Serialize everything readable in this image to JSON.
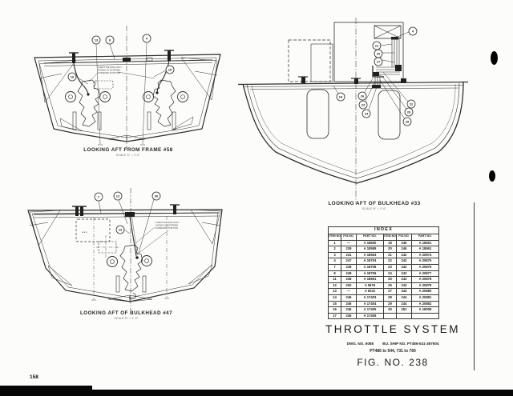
{
  "page": {
    "number": "158"
  },
  "drawings": {
    "frame58": {
      "caption": "LOOKING AFT FROM FRAME #58",
      "scale_note": "SCALE ⅜″ = 1′-0″",
      "note_lines": [
        "THROTTLE ROD ASS'Y",
        "SHOWN IN EXTREME",
        "FORWARD POSITION"
      ],
      "callouts": [
        "13",
        "8",
        "4",
        "16",
        "15"
      ]
    },
    "bulkhead47": {
      "caption": "LOOKING AFT OF BULKHEAD #47",
      "scale_note": "SCALE ⅜″ = 1′-0″",
      "note_lines": [
        "THROTTLE ROD ASS'Y",
        "SHOWN IN EXTREME",
        "FORWARD POSITION"
      ],
      "tank_marks": "ø ø ø",
      "callouts": [
        "7",
        "12",
        "30",
        "13"
      ]
    },
    "bulkhead33": {
      "caption": "LOOKING AFT OF BULKHEAD #33",
      "scale_note": "SCALE ⅜″ = 1′-0″",
      "callouts": [
        "4",
        "21",
        "20",
        "17",
        "18",
        "26",
        "23",
        "24",
        "22",
        "28",
        "25"
      ]
    }
  },
  "index_table": {
    "title": "INDEX",
    "columns": [
      "ITEM NO.",
      "FIG.NO.",
      "PART NO.",
      "ITEM NO.",
      "FIG.NO.",
      "PART NO."
    ],
    "rows": [
      [
        "1",
        "—",
        "A 18600",
        "18",
        "246",
        "A 18561"
      ],
      [
        "2",
        "239",
        "A 18589",
        "20",
        "246",
        "A 18561"
      ],
      [
        "3",
        "241",
        "A 18563",
        "21",
        "242",
        "A 20874"
      ],
      [
        "4",
        "247",
        "A 18704",
        "22",
        "242",
        "A 20875"
      ],
      [
        "7",
        "249",
        "A 18708",
        "23",
        "242",
        "A 20876"
      ],
      [
        "8",
        "248",
        "A 18706",
        "24",
        "243",
        "A 20877"
      ],
      [
        "11",
        "246",
        "A 18561",
        "25",
        "243",
        "A 20878"
      ],
      [
        "12",
        "252",
        "A 5676",
        "26",
        "243",
        "A 20879"
      ],
      [
        "13",
        "—",
        "A 6222",
        "27",
        "244",
        "A 20880"
      ],
      [
        "14",
        "246",
        "A 17403",
        "28",
        "244",
        "A 20881"
      ],
      [
        "15",
        "246",
        "A 17404",
        "29",
        "244",
        "A 20882"
      ],
      [
        "16",
        "246",
        "A 17405",
        "30",
        "251",
        "A 18008"
      ],
      [
        "17",
        "246",
        "A 17406",
        "",
        "",
        ""
      ]
    ]
  },
  "title_block": {
    "system_title": "THROTTLE SYSTEM",
    "dwg_no": "DWG. NO. 6088",
    "bu_ship_no": "BU. SHIP NO. PT486-541-387604",
    "applicability": "PT486 to 544, 731 to 760",
    "fig_no": "FIG. NO. 238"
  }
}
